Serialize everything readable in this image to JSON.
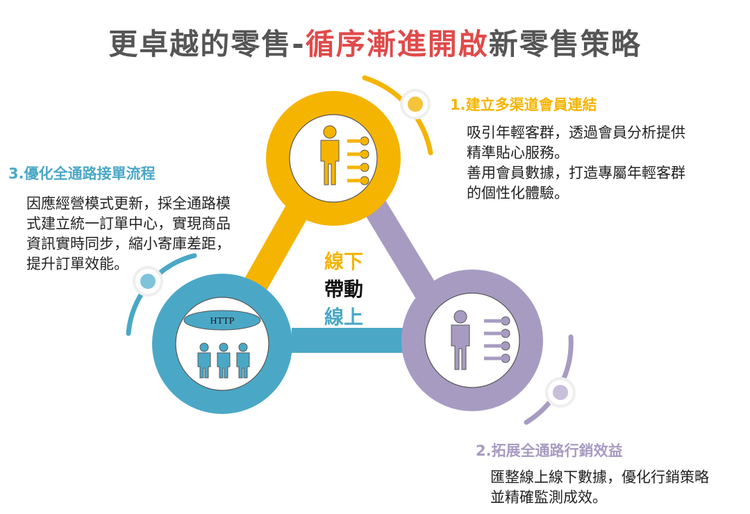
{
  "title": {
    "part1": "更卓越的零售-",
    "highlight": "循序漸進開啟",
    "part2": "新零售策略"
  },
  "center": {
    "line1": "線下",
    "line2": "帶動",
    "line3": "線上"
  },
  "http_label": "HTTP",
  "steps": [
    {
      "title": "1.建立多渠道會員連結",
      "lines": [
        "吸引年輕客群，透過會員分析提供",
        "精準貼心服務。",
        "善用會員數據，打造專屬年輕客群",
        "的個性化體驗。"
      ],
      "color": "#F5B400"
    },
    {
      "title": "2.拓展全通路行銷效益",
      "lines": [
        "匯整線上線下數據，優化行銷策略",
        "並精確監測成效。"
      ],
      "color": "#A89BC2"
    },
    {
      "title": "3.優化全通路接單流程",
      "lines": [
        "因應經營模式更新，採全通路模",
        "式建立統一訂單中心，實現商品",
        "資訊實時同步，縮小寄庫差距，",
        "提升訂單效能。"
      ],
      "color": "#4AA8C6"
    }
  ],
  "colors": {
    "yellow": "#F5B400",
    "purple": "#A89BC2",
    "blue": "#4AA8C6",
    "title_gray": "#555555",
    "highlight_red": "#E04A4A"
  },
  "icons": [
    "person-list-icon",
    "person-list-icon",
    "people-group-icon",
    "dot-ornament-icon"
  ]
}
